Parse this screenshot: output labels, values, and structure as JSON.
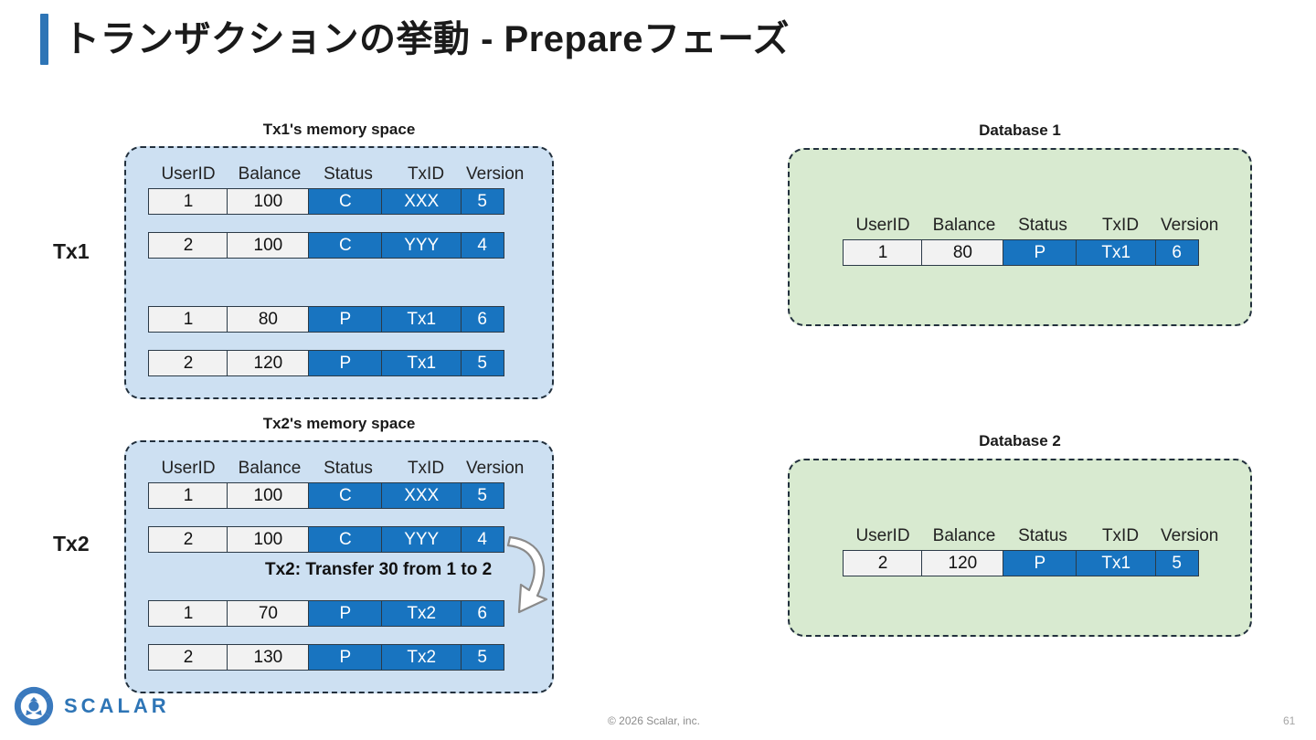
{
  "slide": {
    "title": "トランザクションの挙動 - Prepareフェーズ",
    "accent_color": "#2E75B6",
    "page_number": "61",
    "copyright": "© 2026 Scalar, inc.",
    "logo_text": "SCALAR"
  },
  "columns": [
    "UserID",
    "Balance",
    "Status",
    "TxID",
    "Version"
  ],
  "tx1": {
    "label": "Tx1",
    "panel_title": "Tx1's memory space",
    "panel_color": "#CDE0F2",
    "rows": [
      {
        "userid": "1",
        "balance": "100",
        "status": "C",
        "txid": "XXX",
        "version": "5"
      },
      {
        "userid": "2",
        "balance": "100",
        "status": "C",
        "txid": "YYY",
        "version": "4"
      },
      {
        "userid": "1",
        "balance": "80",
        "status": "P",
        "txid": "Tx1",
        "version": "6"
      },
      {
        "userid": "2",
        "balance": "120",
        "status": "P",
        "txid": "Tx1",
        "version": "5"
      }
    ]
  },
  "tx2": {
    "label": "Tx2",
    "panel_title": "Tx2's memory space",
    "panel_color": "#CDE0F2",
    "note": "Tx2: Transfer 30 from 1 to 2",
    "rows": [
      {
        "userid": "1",
        "balance": "100",
        "status": "C",
        "txid": "XXX",
        "version": "5"
      },
      {
        "userid": "2",
        "balance": "100",
        "status": "C",
        "txid": "YYY",
        "version": "4"
      },
      {
        "userid": "1",
        "balance": "70",
        "status": "P",
        "txid": "Tx2",
        "version": "6"
      },
      {
        "userid": "2",
        "balance": "130",
        "status": "P",
        "txid": "Tx2",
        "version": "5"
      }
    ]
  },
  "database1": {
    "panel_title": "Database 1",
    "panel_color": "#D8EAD0",
    "rows": [
      {
        "userid": "1",
        "balance": "80",
        "status": "P",
        "txid": "Tx1",
        "version": "6"
      }
    ]
  },
  "database2": {
    "panel_title": "Database 2",
    "panel_color": "#D8EAD0",
    "rows": [
      {
        "userid": "2",
        "balance": "120",
        "status": "P",
        "txid": "Tx1",
        "version": "5"
      }
    ]
  }
}
